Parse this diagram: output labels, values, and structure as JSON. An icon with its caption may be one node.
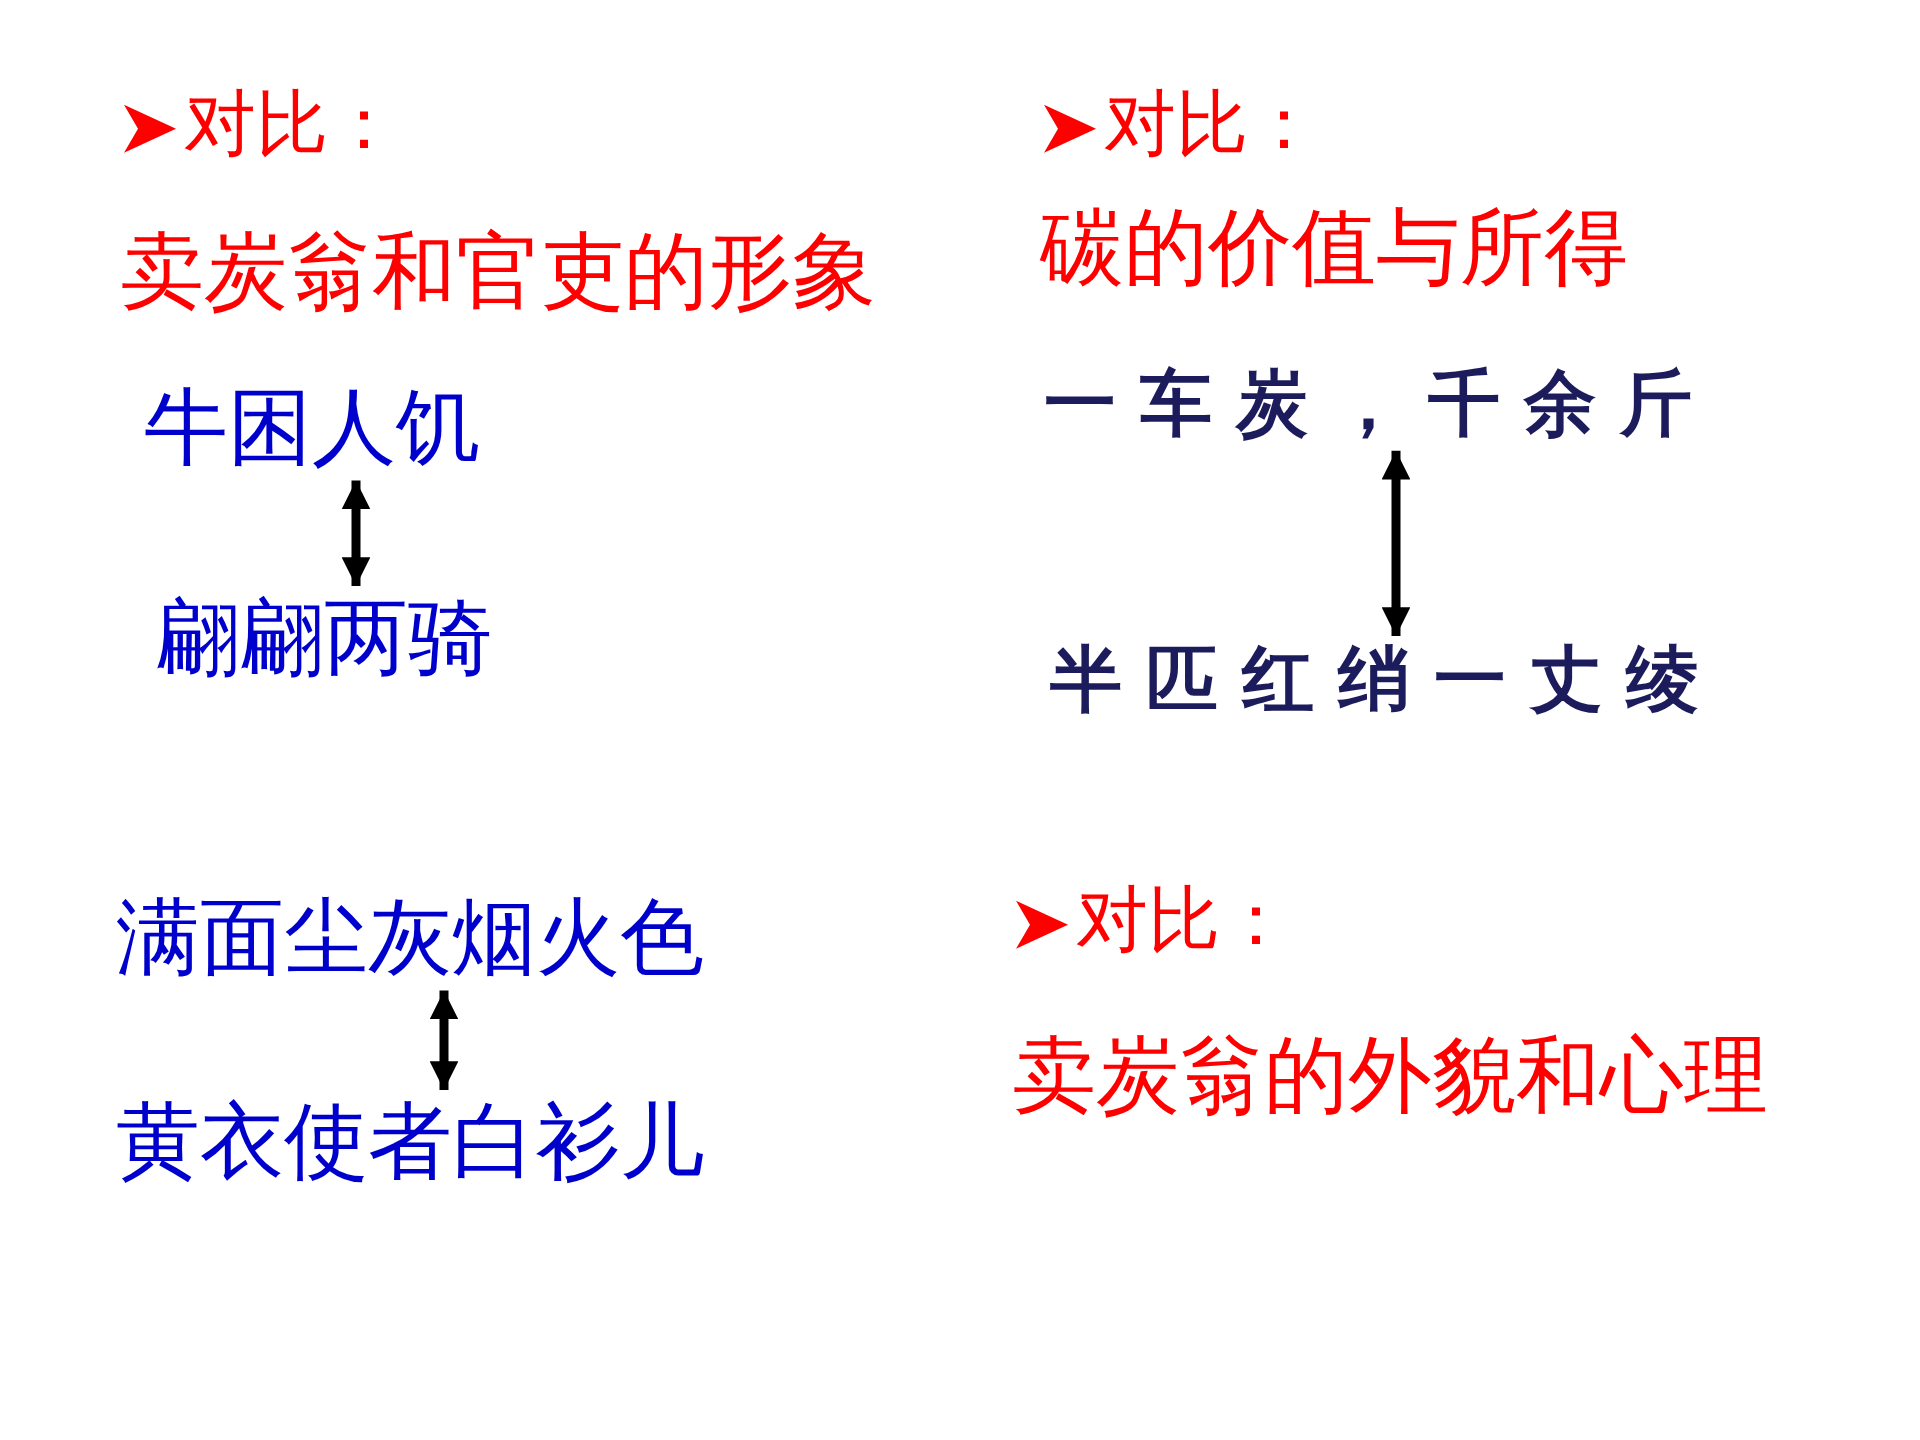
{
  "diagram": {
    "nodes": [
      {
        "text": [
          "牛困人饥"
        ]
      },
      {
        "text": [
          "翩翩两骑"
        ]
      },
      {
        "text": [
          "一车炭，千余斤"
        ]
      },
      {
        "text": [
          "半匹红绡一丈绫"
        ]
      },
      {
        "text": [
          "满面尘灰烟火色"
        ]
      },
      {
        "text": [
          "黄衣使者白衫儿"
        ]
      }
    ],
    "edges": [
      {
        "from": 0,
        "to": 1,
        "arrow": "both"
      },
      {
        "from": 2,
        "to": 3,
        "arrow": "both"
      },
      {
        "from": 4,
        "to": 5,
        "arrow": "both"
      }
    ],
    "labels": [
      "对比：",
      "卖炭翁和官吏的形象",
      "对比：",
      "碳的价值与所得",
      "对比：",
      "卖炭翁的外貌和心理"
    ]
  }
}
